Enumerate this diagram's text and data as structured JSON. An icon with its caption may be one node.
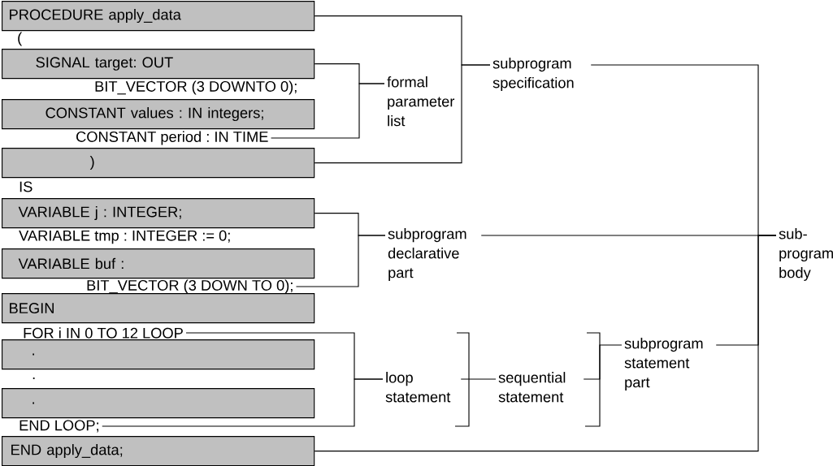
{
  "diagram": {
    "nodes": [
      {
        "text": [
          "PROCEDURE apply_data"
        ]
      },
      {
        "text": [
          "SIGNAL target: OUT"
        ]
      },
      {
        "text": [
          "CONSTANT values : IN integers;"
        ]
      },
      {
        "text": [
          "CONSTANT period : IN TIME"
        ]
      },
      {
        "text": [
          ")"
        ]
      },
      {
        "text": [
          "VARIABLE j : INTEGER;"
        ]
      },
      {
        "text": [
          "VARIABLE buf :"
        ]
      },
      {
        "text": [
          "BIT_VECTOR (3 DOWN TO 0);"
        ]
      },
      {
        "text": [
          "BEGIN"
        ]
      },
      {
        "text": [
          "FOR i IN 0 TO 12 LOOP"
        ]
      },
      {
        "text": [
          "."
        ]
      },
      {
        "text": [
          "."
        ]
      },
      {
        "text": [
          "END LOOP;"
        ]
      },
      {
        "text": [
          "END apply_data;"
        ]
      },
      {
        "text": [
          "formal parameter list"
        ]
      },
      {
        "text": [
          "subprogram specification"
        ]
      },
      {
        "text": [
          "subprogram declarative part"
        ]
      },
      {
        "text": [
          "loop statement"
        ]
      },
      {
        "text": [
          "sequential statement"
        ]
      },
      {
        "text": [
          "subprogram statement part"
        ]
      },
      {
        "text": [
          "sub- program body"
        ]
      }
    ],
    "edges": [
      {
        "from": 0,
        "to": 15,
        "arrow": "none"
      },
      {
        "from": 4,
        "to": 15,
        "arrow": "none"
      },
      {
        "from": 1,
        "to": 14,
        "arrow": "none"
      },
      {
        "from": 3,
        "to": 14,
        "arrow": "none"
      },
      {
        "from": 5,
        "to": 16,
        "arrow": "none"
      },
      {
        "from": 7,
        "to": 16,
        "arrow": "none"
      },
      {
        "from": 9,
        "to": 17,
        "arrow": "none"
      },
      {
        "from": 12,
        "to": 17,
        "arrow": "none"
      },
      {
        "from": 17,
        "to": 18,
        "arrow": "none"
      },
      {
        "from": 18,
        "to": 19,
        "arrow": "none"
      },
      {
        "from": 15,
        "to": 20,
        "arrow": "none"
      },
      {
        "from": 16,
        "to": 20,
        "arrow": "none"
      },
      {
        "from": 19,
        "to": 20,
        "arrow": "none"
      },
      {
        "from": 13,
        "to": 20,
        "arrow": "none"
      }
    ],
    "labels": [
      "(",
      "BIT_VECTOR (3 DOWNTO 0);",
      "IS",
      "VARIABLE tmp : INTEGER := 0;",
      "."
    ]
  }
}
